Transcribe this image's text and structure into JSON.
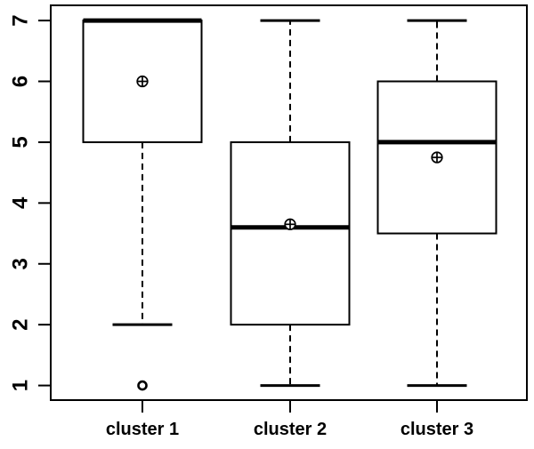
{
  "figure": {
    "background": "#ffffff",
    "ink_color": "#000000",
    "title": ""
  },
  "chart_data": {
    "type": "boxplot",
    "title": "",
    "xlabel": "",
    "ylabel": "",
    "categories": [
      "cluster 1",
      "cluster 2",
      "cluster 3"
    ],
    "y_ticks": [
      1,
      2,
      3,
      4,
      5,
      6,
      7
    ],
    "ylim": [
      0.76,
      7.25
    ],
    "grid": false,
    "legend": "none",
    "mean_marker": "circle-plus",
    "outlier_marker": "open-circle",
    "whisker_style": "dashed",
    "series": [
      {
        "label": "cluster 1",
        "q1": 5,
        "median": 7,
        "q3": 7,
        "whisker_low": 2,
        "whisker_high": 7,
        "mean": 6,
        "outliers": [
          1
        ]
      },
      {
        "label": "cluster 2",
        "q1": 2,
        "median": 3.6,
        "q3": 5,
        "whisker_low": 1,
        "whisker_high": 7,
        "mean": 3.65,
        "outliers": []
      },
      {
        "label": "cluster 3",
        "q1": 3.5,
        "median": 5,
        "q3": 6,
        "whisker_low": 1,
        "whisker_high": 7,
        "mean": 4.75,
        "outliers": []
      }
    ]
  }
}
